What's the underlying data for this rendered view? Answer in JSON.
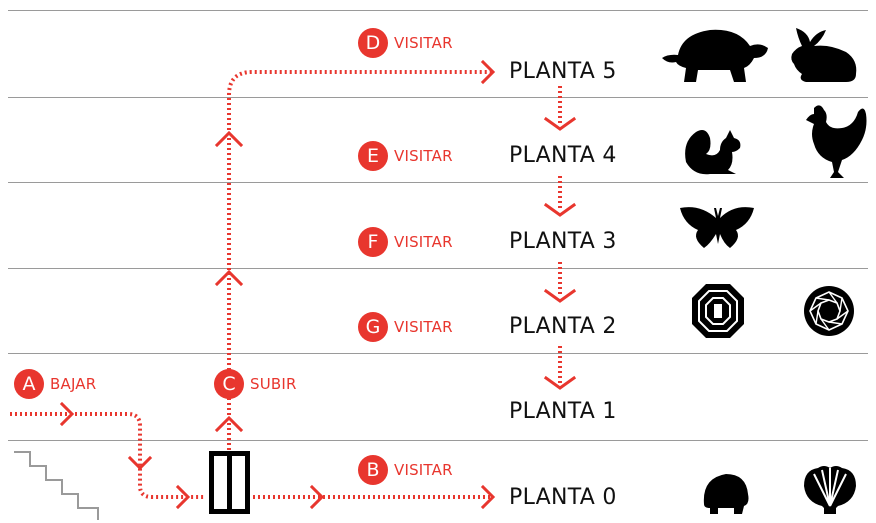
{
  "floors": [
    {
      "label": "PLANTA 5"
    },
    {
      "label": "PLANTA 4"
    },
    {
      "label": "PLANTA 3"
    },
    {
      "label": "PLANTA 2"
    },
    {
      "label": "PLANTA 1"
    },
    {
      "label": "PLANTA 0"
    }
  ],
  "steps": {
    "a": {
      "letter": "A",
      "action": "BAJAR"
    },
    "b": {
      "letter": "B",
      "action": "VISITAR"
    },
    "c": {
      "letter": "C",
      "action": "SUBIR"
    },
    "d": {
      "letter": "D",
      "action": "VISITAR"
    },
    "e": {
      "letter": "E",
      "action": "VISITAR"
    },
    "f": {
      "letter": "F",
      "action": "VISITAR"
    },
    "g": {
      "letter": "G",
      "action": "VISITAR"
    }
  },
  "exhibits": {
    "floor5": [
      "tortoise-icon",
      "rabbit-icon"
    ],
    "floor4": [
      "squirrel-icon",
      "hen-icon"
    ],
    "floor3": [
      "butterfly-icon"
    ],
    "floor2": [
      "emerald-cut-gem-icon",
      "round-cut-gem-icon"
    ],
    "floor0": [
      "turtle-shell-icon",
      "scallop-shell-icon"
    ]
  },
  "colors": {
    "route": "#e8362e",
    "separator": "#9a9a9a",
    "text": "#111111",
    "icon": "#000000"
  }
}
